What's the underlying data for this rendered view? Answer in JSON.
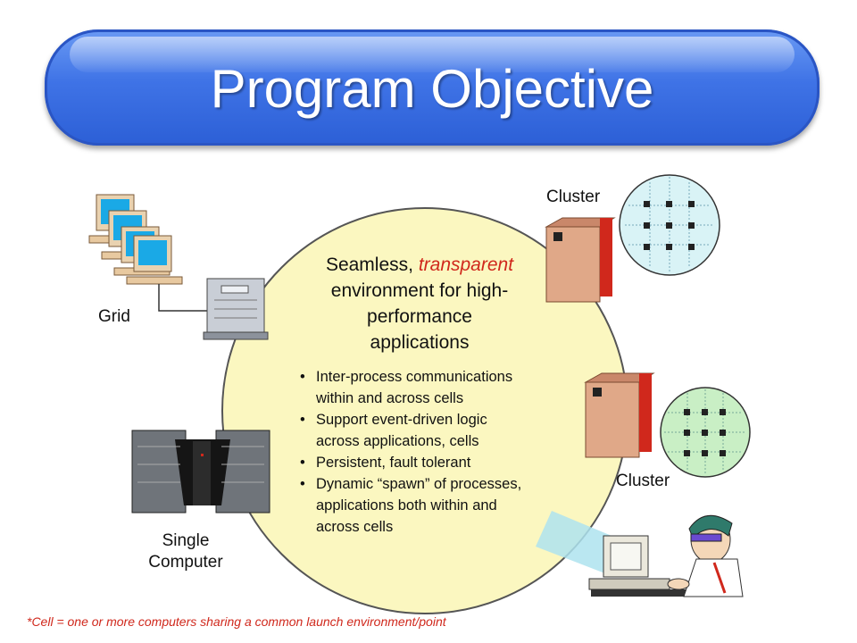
{
  "title": "Program Objective",
  "headline": {
    "part1": "Seamless, ",
    "emphasis": "transparent",
    "line2": "environment for high-",
    "line3": "performance",
    "line4": "applications"
  },
  "bullets": [
    {
      "line1": "Inter-process communications",
      "line2": "within and across cells"
    },
    {
      "line1": "Support event-driven logic",
      "line2": "across applications, cells"
    },
    {
      "line1": "Persistent, fault tolerant",
      "line2": ""
    },
    {
      "line1": "Dynamic “spawn” of processes,",
      "line2": "applications both within and",
      "line3": "across cells"
    }
  ],
  "labels": {
    "grid": "Grid",
    "cluster_top": "Cluster",
    "cluster_bottom": "Cluster",
    "single_line1": "Single",
    "single_line2": "Computer"
  },
  "footnote": "*Cell = one or more computers sharing a common launch environment/point",
  "colors": {
    "title_bar": "#3f73e6",
    "circle_fill": "#fbf7c0",
    "accent_red": "#d0281c",
    "cluster_top_fill": "#d9f3f6",
    "cluster_bottom_fill": "#c9efc5"
  }
}
